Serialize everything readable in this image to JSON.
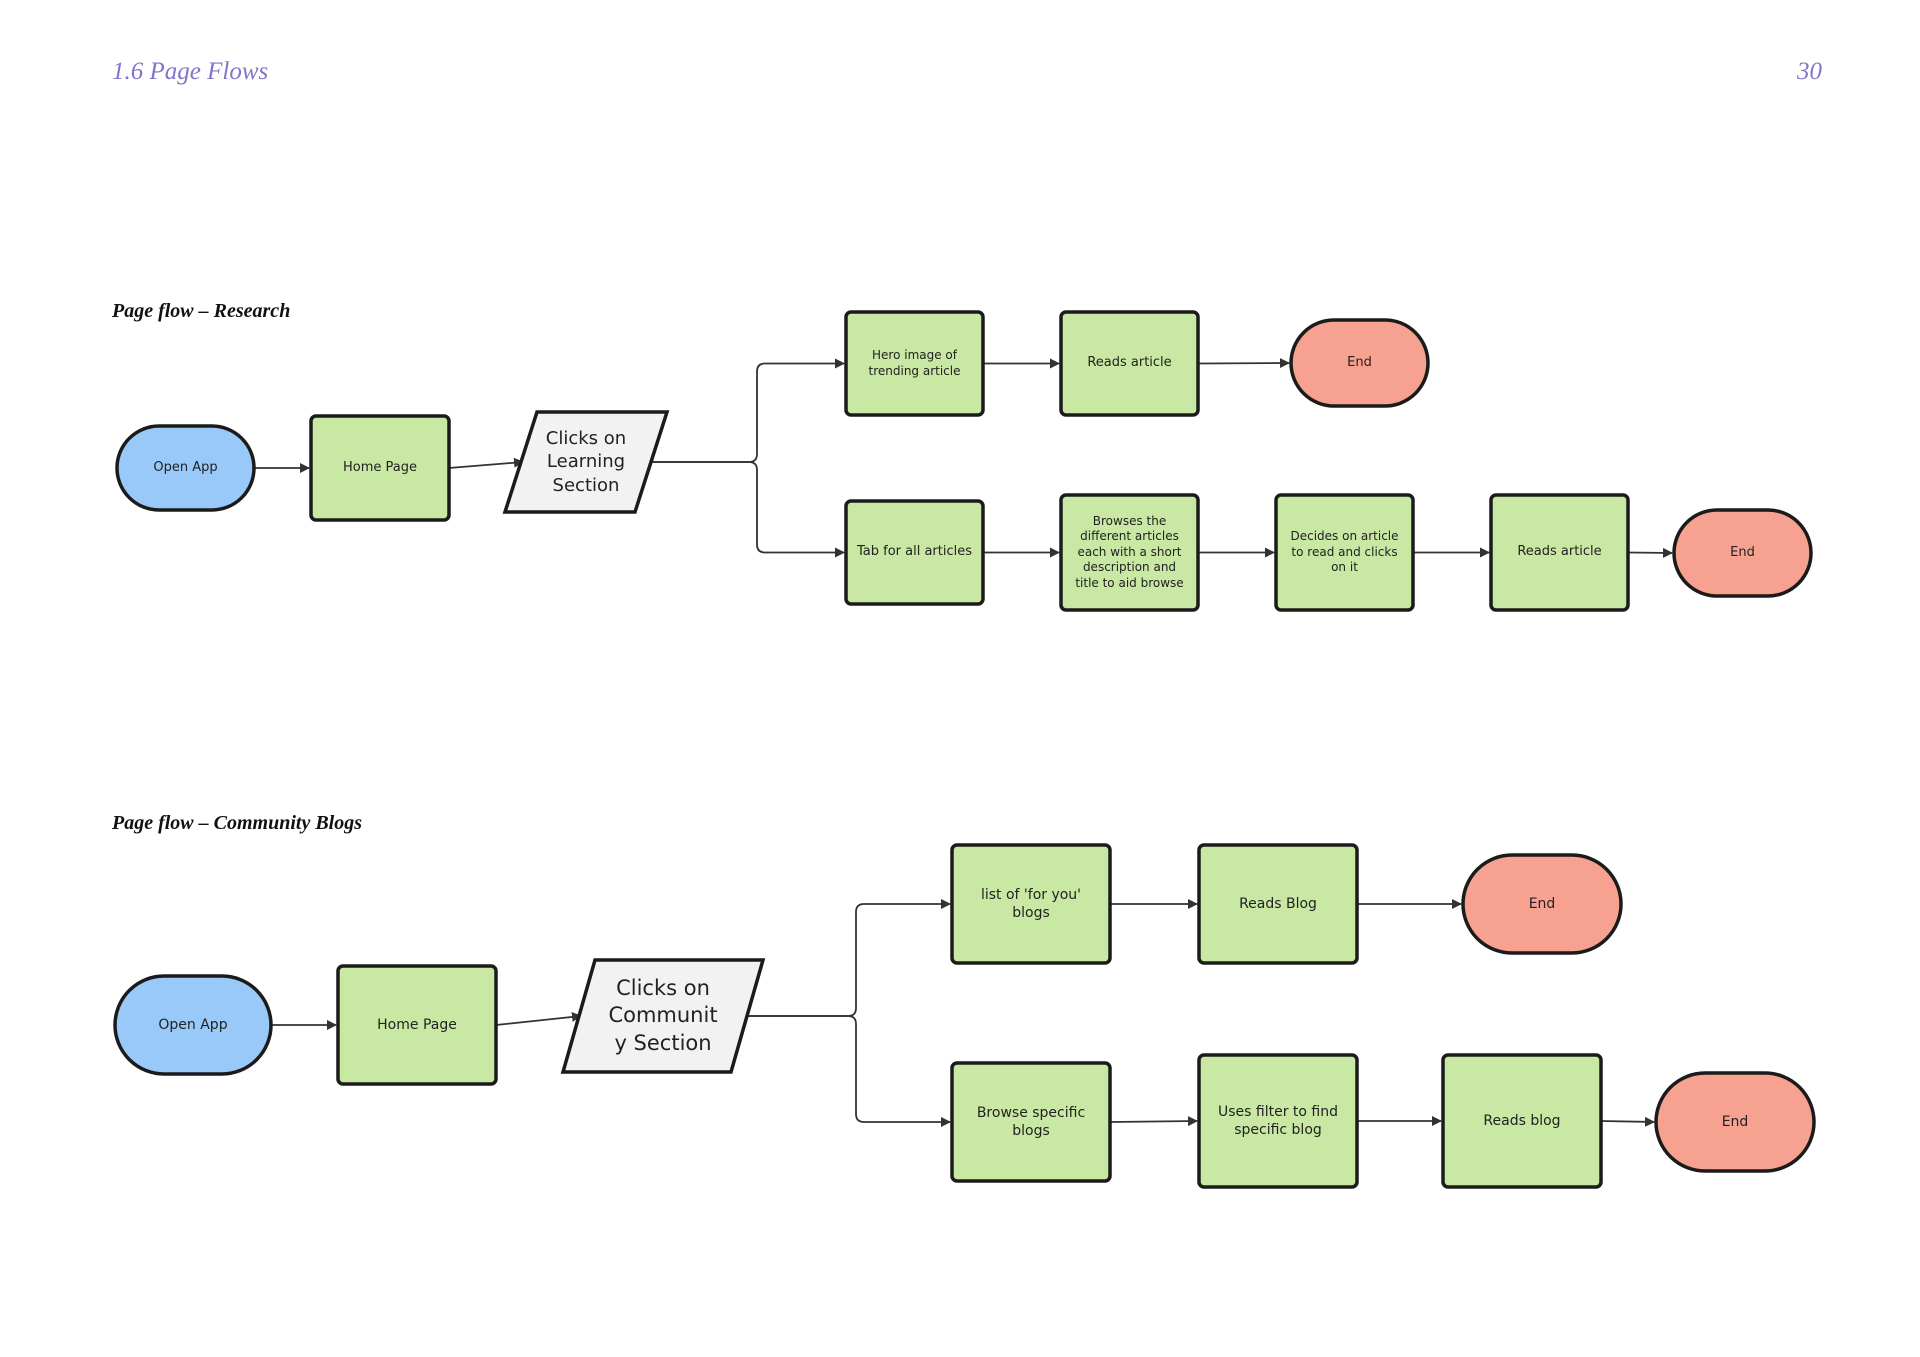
{
  "header": {
    "section_title": "1.6 Page Flows",
    "page_number": "30"
  },
  "colors": {
    "terminal_start": "#99c9f8",
    "process": "#c8e8a3",
    "decision": "#f2f2f2",
    "terminal_end": "#f7a291",
    "heading": "#8076c9"
  },
  "flows": [
    {
      "title": "Page flow – Research",
      "nodes": [
        {
          "id": "open",
          "kind": "start",
          "label": "Open App"
        },
        {
          "id": "home",
          "kind": "process",
          "label": "Home Page"
        },
        {
          "id": "click",
          "kind": "io",
          "label": "Clicks on Learning Section"
        },
        {
          "id": "hero",
          "kind": "process",
          "label": "Hero image of trending article"
        },
        {
          "id": "read1",
          "kind": "process",
          "label": "Reads article"
        },
        {
          "id": "end1",
          "kind": "end",
          "label": "End"
        },
        {
          "id": "tab",
          "kind": "process",
          "label": "Tab for all articles"
        },
        {
          "id": "browse",
          "kind": "process",
          "label": "Browses the different articles each with a short description and title to aid browse"
        },
        {
          "id": "decide",
          "kind": "process",
          "label": "Decides on article to read and clicks on it"
        },
        {
          "id": "read2",
          "kind": "process",
          "label": "Reads article"
        },
        {
          "id": "end2",
          "kind": "end",
          "label": "End"
        }
      ]
    },
    {
      "title": "Page flow – Community Blogs",
      "nodes": [
        {
          "id": "open",
          "kind": "start",
          "label": "Open App"
        },
        {
          "id": "home",
          "kind": "process",
          "label": "Home Page"
        },
        {
          "id": "click",
          "kind": "io",
          "label": "Clicks on Communit y Section"
        },
        {
          "id": "list",
          "kind": "process",
          "label": "list of 'for you' blogs"
        },
        {
          "id": "readblog",
          "kind": "process",
          "label": "Reads Blog"
        },
        {
          "id": "end1",
          "kind": "end",
          "label": "End"
        },
        {
          "id": "browse",
          "kind": "process",
          "label": "Browse specific blogs"
        },
        {
          "id": "filter",
          "kind": "process",
          "label": "Uses filter to find specific blog"
        },
        {
          "id": "read2",
          "kind": "process",
          "label": "Reads blog"
        },
        {
          "id": "end2",
          "kind": "end",
          "label": "End"
        }
      ]
    }
  ]
}
